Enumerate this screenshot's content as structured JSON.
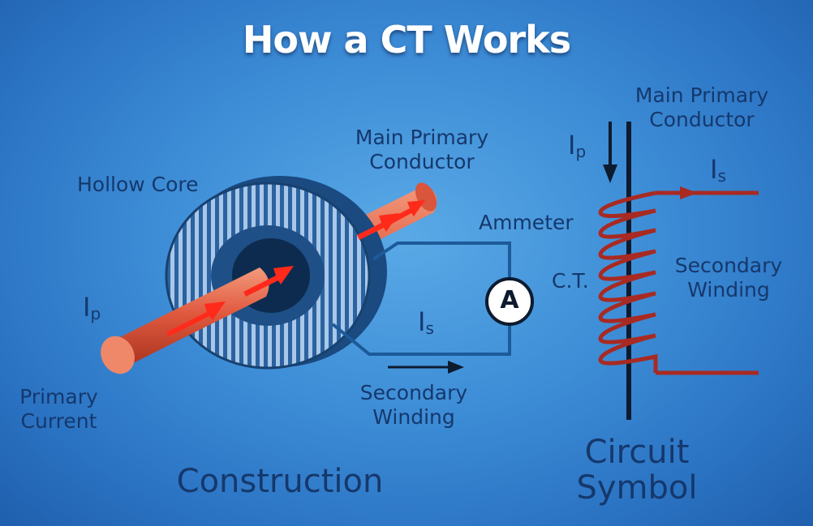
{
  "title": "How a CT Works",
  "construction": {
    "caption": "Construction",
    "hollow_core": "Hollow Core",
    "main_primary_line1": "Main Primary",
    "main_primary_line2": "Conductor",
    "ammeter": "Ammeter",
    "ammeter_symbol": "A",
    "ip_main": "I",
    "ip_sub": "p",
    "is_main": "I",
    "is_sub": "s",
    "primary_current_line1": "Primary",
    "primary_current_line2": "Current",
    "secondary_winding_line1": "Secondary",
    "secondary_winding_line2": "Winding"
  },
  "symbol": {
    "caption_line1": "Circuit",
    "caption_line2": "Symbol",
    "main_primary_line1": "Main Primary",
    "main_primary_line2": "Conductor",
    "ip_main": "I",
    "ip_sub": "p",
    "is_main": "I",
    "is_sub": "s",
    "ct": "C.T.",
    "secondary_winding_line1": "Secondary",
    "secondary_winding_line2": "Winding"
  },
  "colors": {
    "label": "#15386c",
    "conductor": "#e8704f",
    "core": "#2f6fa8",
    "wire": "#1f6fb5",
    "coil": "#a82a22"
  }
}
